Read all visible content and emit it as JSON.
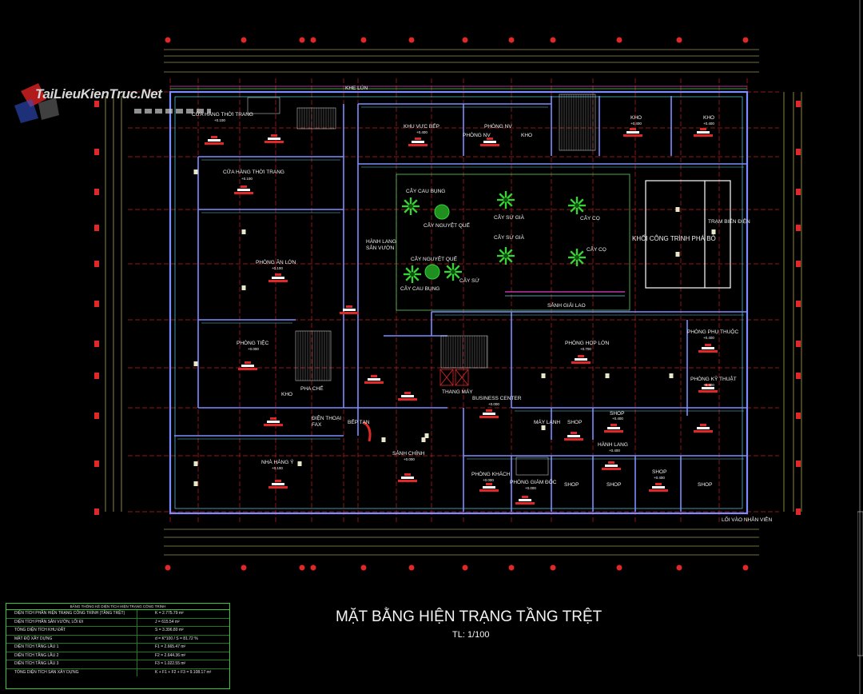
{
  "logo": {
    "text": "TaiLieuKienTruc.Net"
  },
  "title": "MẶT BẰNG HIỆN TRẠNG TẦNG TRỆT",
  "scale": "TL: 1/100",
  "rooms": [
    {
      "id": "cua-hang-thoi-trang-1",
      "text": "CỬA HÀNG THỜI TRANG",
      "level": "+0.100"
    },
    {
      "id": "cua-hang-thoi-trang-2",
      "text": "CỬA HÀNG THỜI TRANG",
      "level": "+0.100"
    },
    {
      "id": "khe-lun",
      "text": "KHE LÚN"
    },
    {
      "id": "khu-vuc-bep",
      "text": "KHU VỰC BẾP",
      "level": "+0.400"
    },
    {
      "id": "phong-nv-1",
      "text": "PHÒNG NV"
    },
    {
      "id": "phong-nv-2",
      "text": "PHÒNG NV"
    },
    {
      "id": "kho-1",
      "text": "KHO"
    },
    {
      "id": "kho-2",
      "text": "KHO",
      "level": "+0.400"
    },
    {
      "id": "kho-3",
      "text": "KHO",
      "level": "+0.400"
    },
    {
      "id": "phong-an-lon",
      "text": "PHÒNG ĂN LỚN",
      "level": "+0.100"
    },
    {
      "id": "hanh-lang-san-vuon",
      "text": "HÀNH LANG\nSÂN VƯỜN"
    },
    {
      "id": "cay-cau-bung-1",
      "text": "CÂY CAU BỤNG"
    },
    {
      "id": "cay-nguyet-que-1",
      "text": "CÂY NGUYỆT QUẾ"
    },
    {
      "id": "cay-su-gia-1",
      "text": "CÂY SỨ GIÀ"
    },
    {
      "id": "cay-co-1",
      "text": "CÂY CỌ"
    },
    {
      "id": "cay-su-gia-2",
      "text": "CÂY SỨ GIÀ"
    },
    {
      "id": "cay-nguyet-que-2",
      "text": "CÂY NGUYỆT QUẾ"
    },
    {
      "id": "cay-co-2",
      "text": "CÂY CỌ"
    },
    {
      "id": "cay-cau-bung-2",
      "text": "CÂY CAU BỤNG"
    },
    {
      "id": "cay-su",
      "text": "CÂY SỨ"
    },
    {
      "id": "tram-bien-dien",
      "text": "TRẠM BIẾN ĐIỆN"
    },
    {
      "id": "khoi-cong-trinh-pha-bo",
      "text": "KHỐI CÔNG TRÌNH PHÁ BỎ"
    },
    {
      "id": "sanh-giai-lao",
      "text": "SẢNH GIẢI LAO"
    },
    {
      "id": "phong-tiec",
      "text": "PHÒNG TIỆC",
      "level": "+0.000"
    },
    {
      "id": "phong-hop-lon",
      "text": "PHÒNG HỌP LỚN",
      "level": "+0.700"
    },
    {
      "id": "phong-phu-thuoc",
      "text": "PHÒNG PHỤ THUỘC",
      "level": "+0.400"
    },
    {
      "id": "phong-ky-thuat",
      "text": "PHÒNG KỸ THUẬT",
      "level": "+0.400"
    },
    {
      "id": "pha-che",
      "text": "PHA CHẾ"
    },
    {
      "id": "kho-4",
      "text": "KHO"
    },
    {
      "id": "thang-may",
      "text": "THANG MÁY"
    },
    {
      "id": "business-center",
      "text": "BUSINESS CENTER",
      "level": "+0.000"
    },
    {
      "id": "dien-thoai-fax",
      "text": "ĐIỆN THOẠI\nFAX"
    },
    {
      "id": "bep-tan",
      "text": "BẾP TẠN"
    },
    {
      "id": "may-lanh",
      "text": "MÁY LẠNH"
    },
    {
      "id": "shop-1",
      "text": "SHOP"
    },
    {
      "id": "shop-2",
      "text": "SHOP",
      "level": "+0.400"
    },
    {
      "id": "hanh-lang",
      "text": "HÀNH LANG",
      "level": "+0.400"
    },
    {
      "id": "nha-hang-y",
      "text": "NHÀ HÀNG Ý",
      "level": "+0.100"
    },
    {
      "id": "sanh-chinh",
      "text": "SẢNH CHÍNH",
      "level": "+0.000"
    },
    {
      "id": "phong-khach",
      "text": "PHÒNG KHÁCH",
      "level": "+0.000"
    },
    {
      "id": "phong-giam-doc",
      "text": "PHÒNG GIÁM ĐỐC",
      "level": "+0.000"
    },
    {
      "id": "shop-3",
      "text": "SHOP"
    },
    {
      "id": "shop-4",
      "text": "SHOP"
    },
    {
      "id": "shop-5",
      "text": "SHOP",
      "level": "+0.400"
    },
    {
      "id": "shop-6",
      "text": "SHOP"
    },
    {
      "id": "loi-vao-nhan-vien",
      "text": "LỐI VÀO NHÂN VIÊN"
    }
  ],
  "stats_table": {
    "header": "BẢNG THỐNG KÊ DIỆN TÍCH HIỆN TRẠNG CÔNG TRÌNH",
    "rows": [
      {
        "label": "DIỆN TÍCH PHẦN HIỆN TRẠNG CÔNG TRÌNH (TẦNG TRỆT)",
        "value": "K = 2.775.79 m²"
      },
      {
        "label": "DIỆN TÍCH PHẦN SÂN VƯỜN, LỐI ĐI",
        "value": "J = 615.54 m²"
      },
      {
        "label": "TỔNG DIỆN TÍCH KHU ĐẤT",
        "value": "S = 3.396.80 m²"
      },
      {
        "label": "MẬT ĐỘ XÂY DỰNG",
        "value": "d = K*100 / S = 81.72 %"
      },
      {
        "label": "DIỆN TÍCH TẦNG LẦU 1",
        "value": "F1 = 2.665.47 m²"
      },
      {
        "label": "DIỆN TÍCH TẦNG LẦU 2",
        "value": "F2 = 2.644.36 m²"
      },
      {
        "label": "DIỆN TÍCH TẦNG LẦU 3",
        "value": "F3 = 1.022.55 m²"
      },
      {
        "label": "TỔNG DIỆN TÍCH SÀN XÂY DỰNG",
        "value": "K + F1 + F2 + F3 = 9.108.17 m²"
      }
    ]
  },
  "colors": {
    "wall_blue": "#7d8cff",
    "wall_cyan": "#5fd3e8",
    "grid_red": "#e02828",
    "dim_yellow": "#e8e070",
    "green_line": "#5cd25c",
    "magenta": "#e040c8",
    "tree_green": "#36d236",
    "table_green": "#38c838"
  }
}
